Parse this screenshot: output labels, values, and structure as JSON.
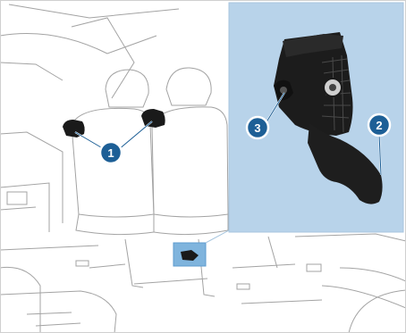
{
  "figure": {
    "description_free": true,
    "callouts": [
      {
        "id": "1",
        "label": "1"
      },
      {
        "id": "2",
        "label": "2"
      },
      {
        "id": "3",
        "label": "3"
      }
    ],
    "colors": {
      "inset_background": "#b8d3ea",
      "callout_fill": "#1d5f96",
      "callout_ring": "#ffffff",
      "highlight_fill": "#7fb4dd",
      "line_art": "#9a9a9a",
      "part_dark": "#1a1a1a"
    },
    "icons": [
      "seat-attachment-part",
      "callout-marker"
    ]
  }
}
